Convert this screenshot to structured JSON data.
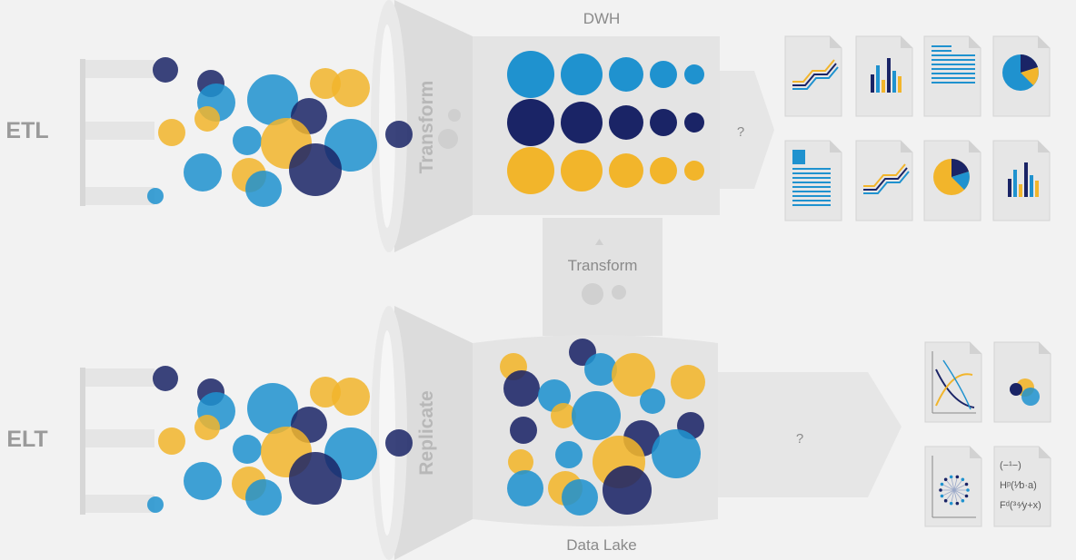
{
  "labels": {
    "etl": "ETL",
    "elt": "ELT",
    "dwh": "DWH",
    "data_lake": "Data Lake",
    "transform_etl": "Transform",
    "replicate": "Replicate",
    "transform_middle": "Transform",
    "question_top": "?",
    "question_bottom": "?"
  },
  "colors": {
    "navy": "#1a2466",
    "blue": "#1f92cf",
    "gold": "#f2b52b",
    "background": "#f2f2f2",
    "pipe": "#e3e3e3",
    "funnel": "#dedede"
  },
  "icons": {
    "etl_reports": [
      "line-chart-doc-icon",
      "bar-chart-doc-icon",
      "text-doc-icon",
      "pie-chart-doc-icon",
      "table-doc-icon",
      "line-chart-doc-icon",
      "pie-chart-doc-icon",
      "bar-chart-doc-icon"
    ],
    "elt_reports": [
      "curve-plot-doc-icon",
      "venn-doc-icon",
      "radial-plot-doc-icon",
      "formula-doc-icon"
    ]
  },
  "formula_lines": [
    "(−¹−)",
    "Hᵖ(¹⁄b·a)",
    "Fᵈ(³⁴⁄y+x)"
  ]
}
